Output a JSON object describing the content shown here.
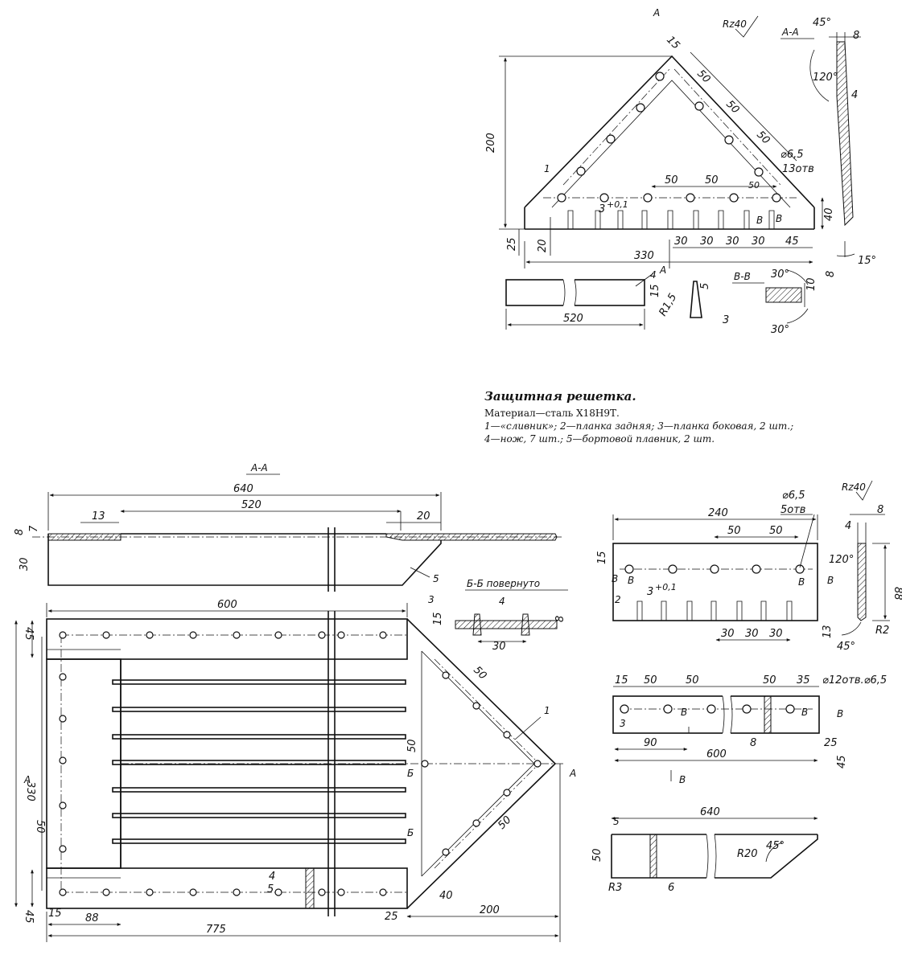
{
  "caption": {
    "title": "Защитная решетка.",
    "material": "Материал—сталь Х18Н9Т.",
    "parts_line1": "1—«сливник»; 2—планка задняя; 3—планка боковая, 2 шт.;",
    "parts_line2": "4—нож, 7 шт.; 5—бортовой плавник, 2 шт."
  },
  "labels": {
    "section_aa": "А-А",
    "section_bb_rot": "Б-Б повернуто",
    "section_vv": "В-В",
    "rz40": "Rz40",
    "arrow_a": "А",
    "arrow_b": "Б",
    "arrow_v": "В",
    "holes_13": "13отв",
    "holes_5": "5отв",
    "d65": "⌀6,5",
    "holes_12": "⌀12отв.⌀6,5",
    "tol_3": "3",
    "tol_plus": "+0,1",
    "r15": "R1,5",
    "r2": "R2",
    "r3": "R3",
    "r20": "R20",
    "ang45": "45°",
    "ang120": "120°",
    "ang30": "30°",
    "ang15": "15°",
    "p1": "1",
    "p2": "2",
    "p3": "3",
    "p4": "4",
    "p5": "5"
  },
  "dims": {
    "d15": "15",
    "d50": "50",
    "d200": "200",
    "d25": "25",
    "d20": "20",
    "d30": "30",
    "d45": "45",
    "d40": "40",
    "d330": "330",
    "d8": "8",
    "d4": "4",
    "d520": "520",
    "d5": "5",
    "d3": "3",
    "d10": "10",
    "d640": "640",
    "d13": "13",
    "d7": "7",
    "d600": "600",
    "d775": "775",
    "d88": "88",
    "d240": "240",
    "d90": "90",
    "d35": "35",
    "d6": "6"
  }
}
